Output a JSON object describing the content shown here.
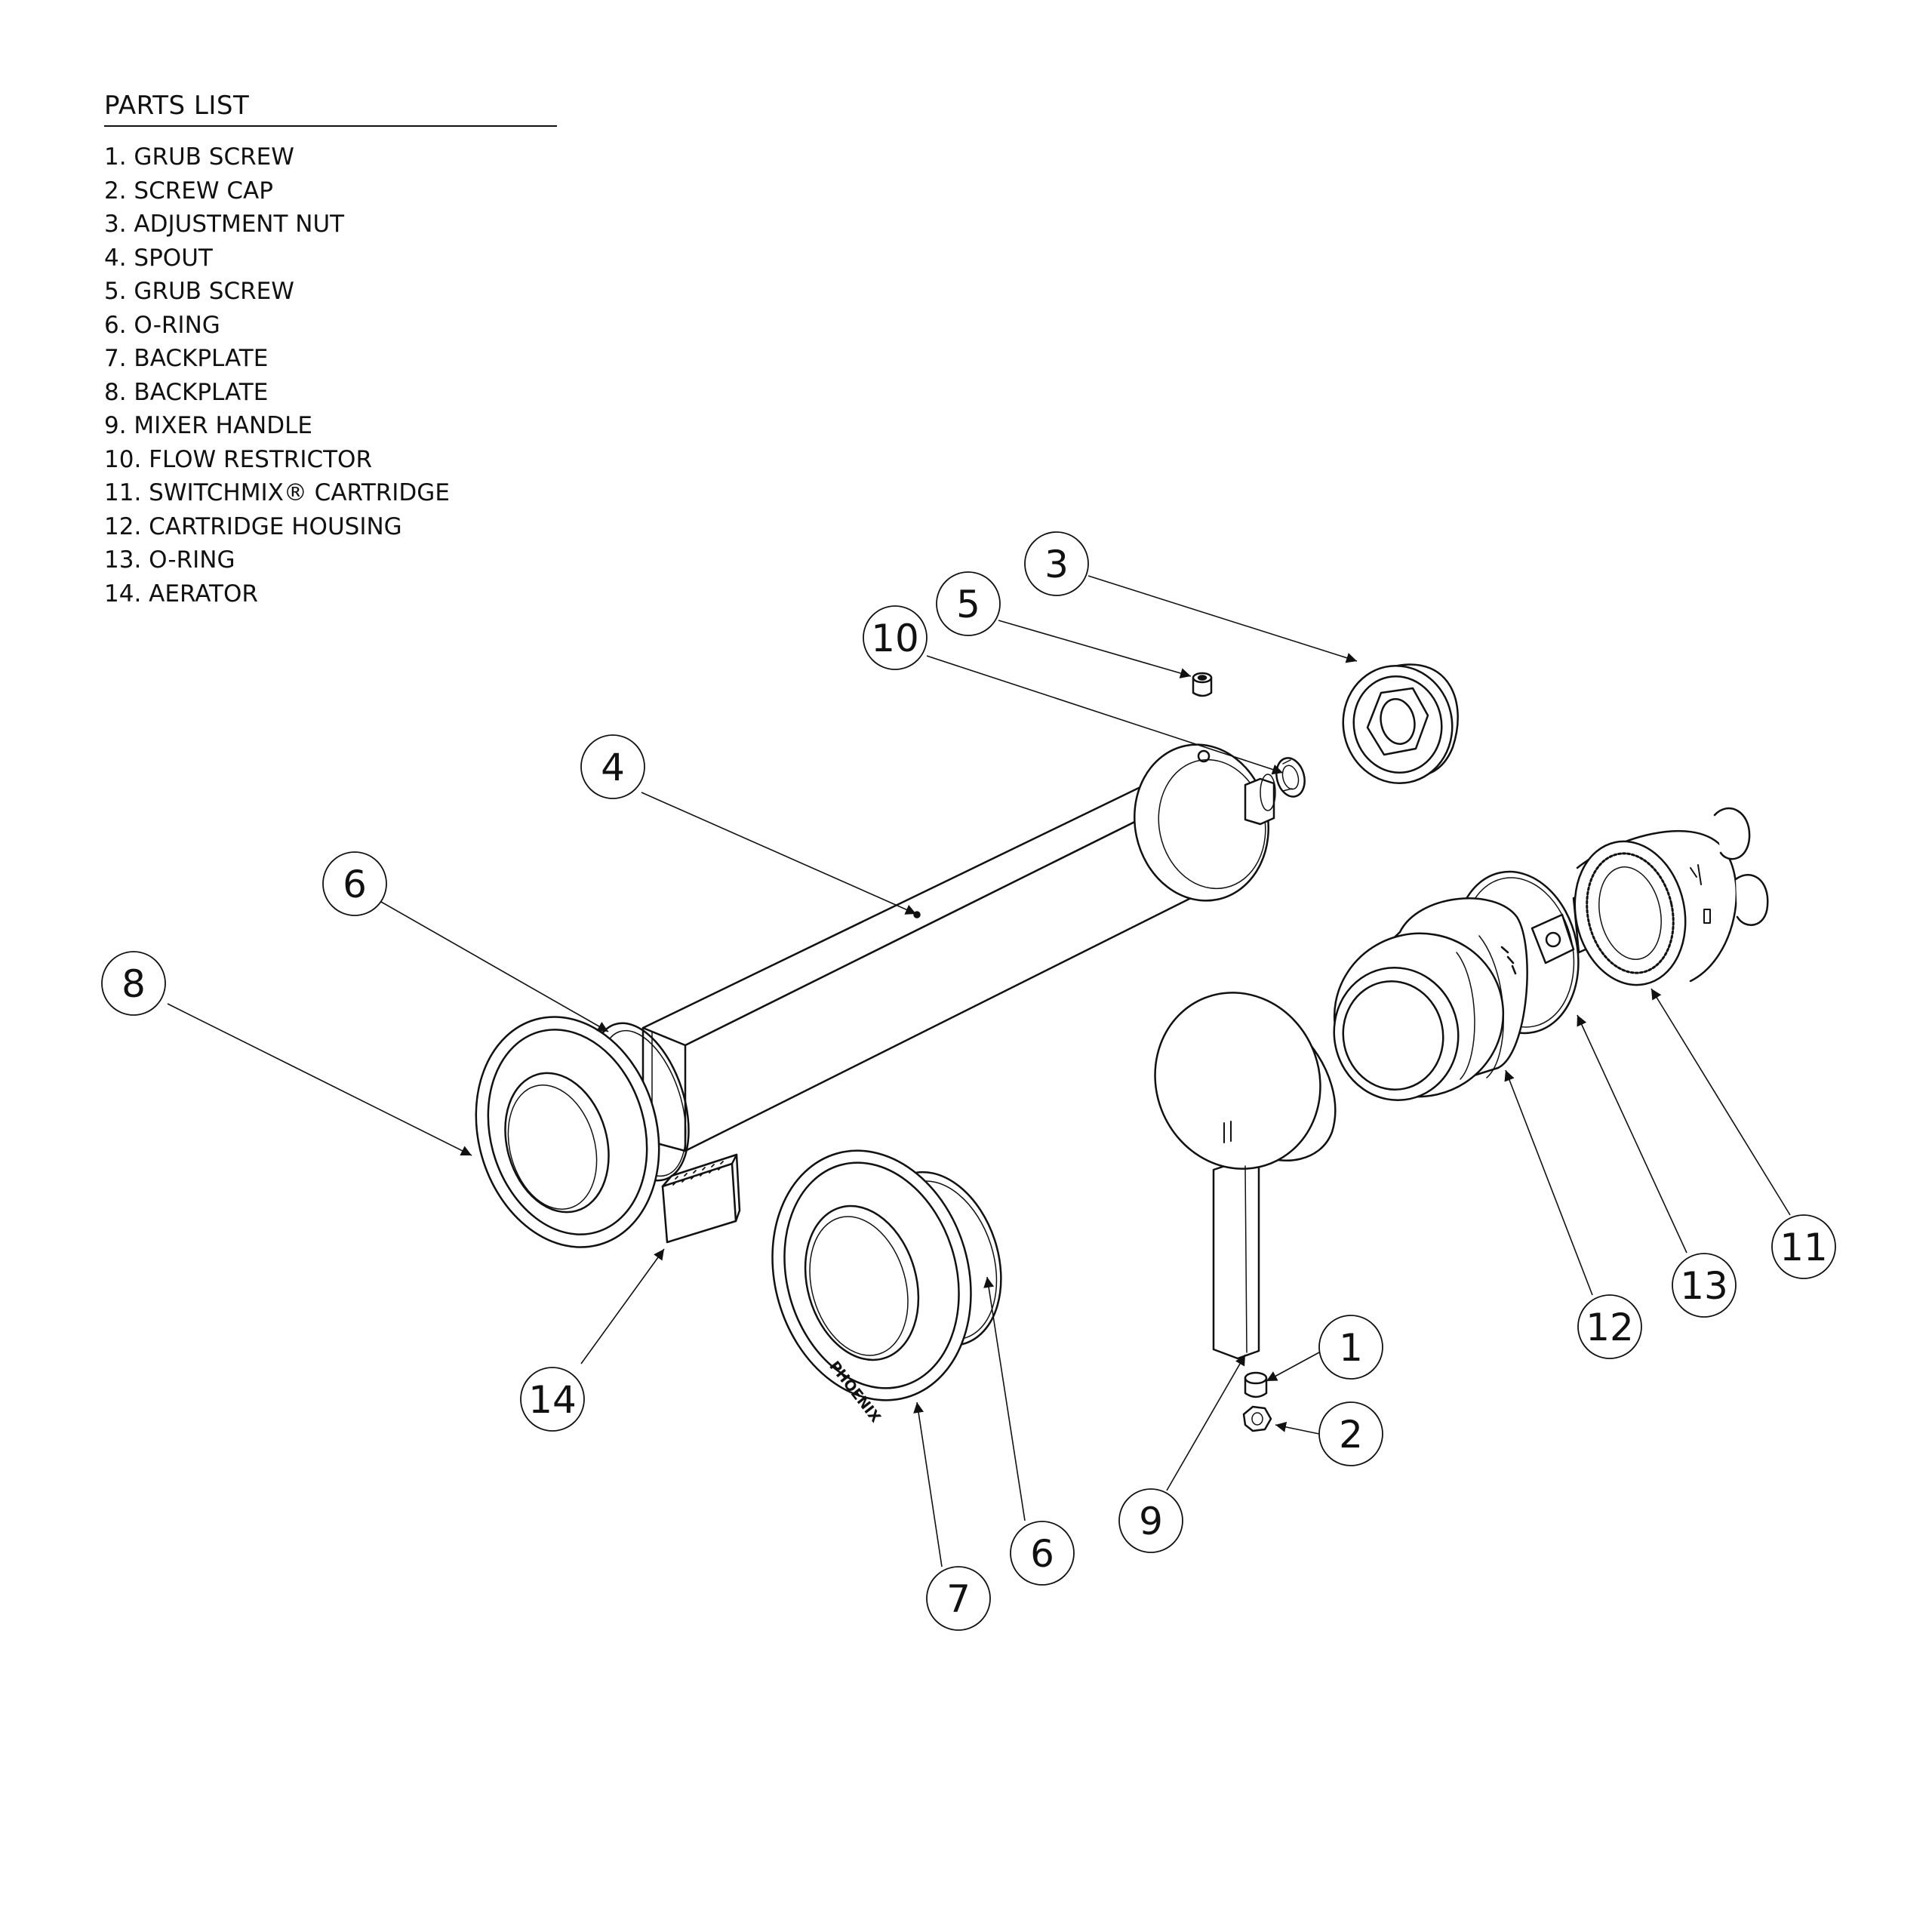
{
  "parts_list": {
    "title": "PARTS LIST",
    "items": [
      "1. GRUB SCREW",
      "2. SCREW CAP",
      "3. ADJUSTMENT NUT",
      "4. SPOUT",
      "5. GRUB SCREW",
      "6. O-RING",
      "7. BACKPLATE",
      "8. BACKPLATE",
      "9. MIXER HANDLE",
      "10.  FLOW RESTRICTOR",
      "11.  SWITCHMIX® CARTRIDGE",
      "12.  CARTRIDGE HOUSING",
      "13.  O-RING",
      "14.  AERATOR"
    ]
  },
  "callouts": {
    "c1": "1",
    "c2": "2",
    "c3": "3",
    "c4": "4",
    "c5": "5",
    "c6a": "6",
    "c6b": "6",
    "c7": "7",
    "c8": "8",
    "c9": "9",
    "c10": "10",
    "c11": "11",
    "c12": "12",
    "c13": "13",
    "c14": "14"
  },
  "engravings": {
    "backplate_brand": "PHOENIX"
  }
}
